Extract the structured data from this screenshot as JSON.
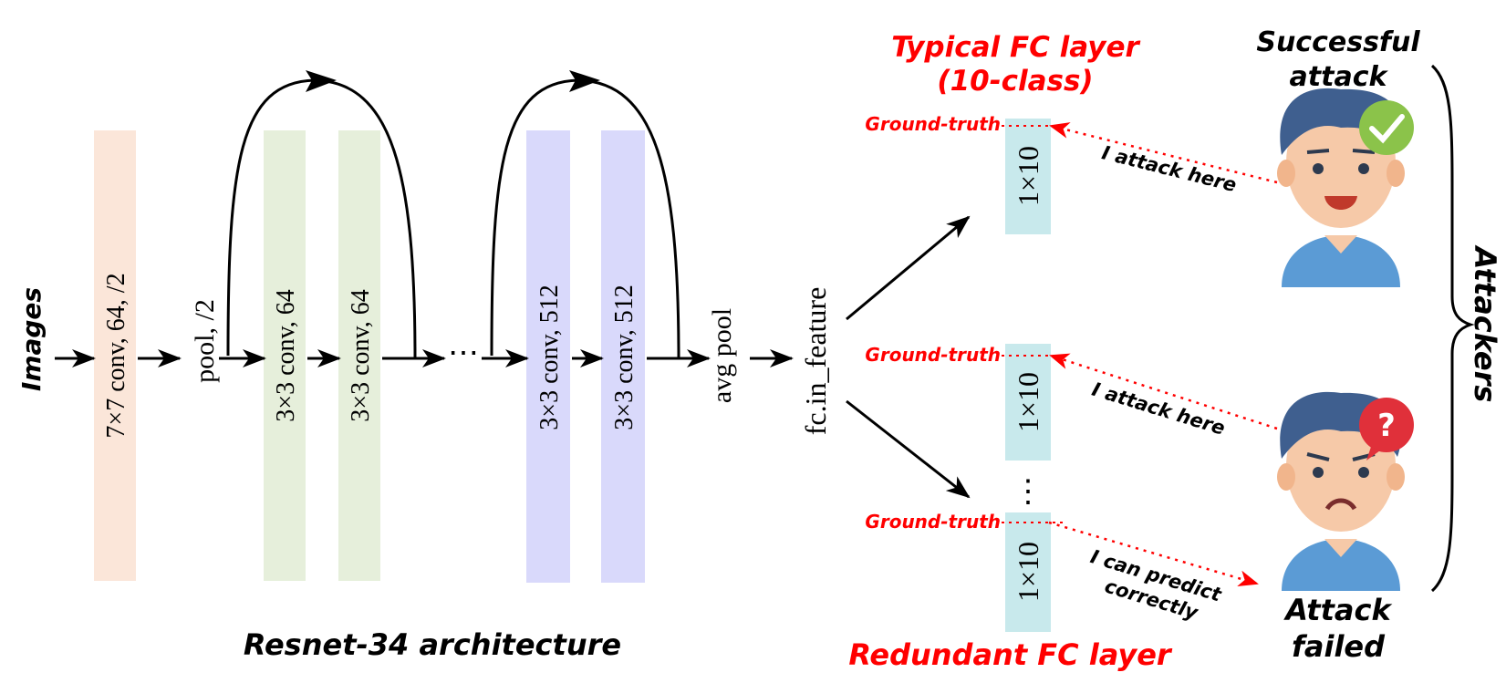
{
  "colors": {
    "conv7_fill": "#fbe6d9",
    "conv64_fill": "#e6efdb",
    "conv512_fill": "#d9d9fb",
    "fc_fill": "#c8e9ec",
    "accent_red": "#ff0000",
    "ink": "#000000",
    "avatar_skin": "#f6c9a8",
    "avatar_hair": "#3f5f8f",
    "avatar_shirt": "#5b9bd5",
    "badge_green": "#8bc34a",
    "badge_red": "#e0303a"
  },
  "input_label": "Images",
  "blocks": {
    "conv7": "7×7 conv, 64, /2",
    "pool": "pool, /2",
    "conv64_a": "3×3 conv, 64",
    "conv64_b": "3×3 conv, 64",
    "ellipsis": "⋯",
    "conv512_a": "3×3 conv, 512",
    "conv512_b": "3×3 conv, 512",
    "avgpool": "avg pool",
    "feature": "fc.in_feature"
  },
  "architecture_caption": "Resnet-34 architecture",
  "typical_fc": {
    "title_line1": "Typical FC layer",
    "title_line2": "(10-class)",
    "box_label": "1×10",
    "ground_truth": "Ground-truth",
    "attack_note": "I attack here"
  },
  "redundant_fc": {
    "title": "Redundant FC layer",
    "box_top_label": "1×10",
    "box_bottom_label": "1×10",
    "dots": "⋮",
    "ground_truth_top": "Ground-truth",
    "ground_truth_bottom": "Ground-truth",
    "attack_note": "I attack here",
    "predict_note_line1": "I can predict",
    "predict_note_line2": "correctly"
  },
  "attackers": {
    "label": "Attackers",
    "success_line1": "Successful",
    "success_line2": "attack",
    "failed_line1": "Attack",
    "failed_line2": "failed",
    "success_icon": "check-icon",
    "failed_icon": "question-icon"
  }
}
